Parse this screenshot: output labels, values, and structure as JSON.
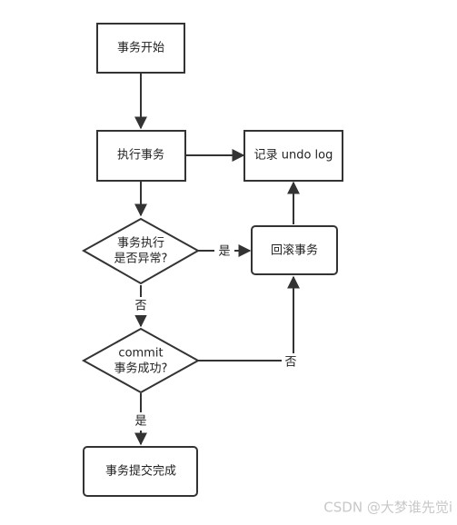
{
  "nodes": {
    "start": "事务开始",
    "execute": "执行事务",
    "undo_log": "记录 undo log",
    "exception_q": [
      "事务执行",
      "是否异常?"
    ],
    "rollback": "回滚事务",
    "commit_q": [
      "commit",
      "事务成功?"
    ],
    "commit_done": "事务提交完成"
  },
  "edge_labels": {
    "yes_to_rollback": "是",
    "no_to_commit_q": "否",
    "no_to_rollback": "否",
    "yes_to_done": "是"
  },
  "watermark": "CSDN @大梦谁先觉i"
}
